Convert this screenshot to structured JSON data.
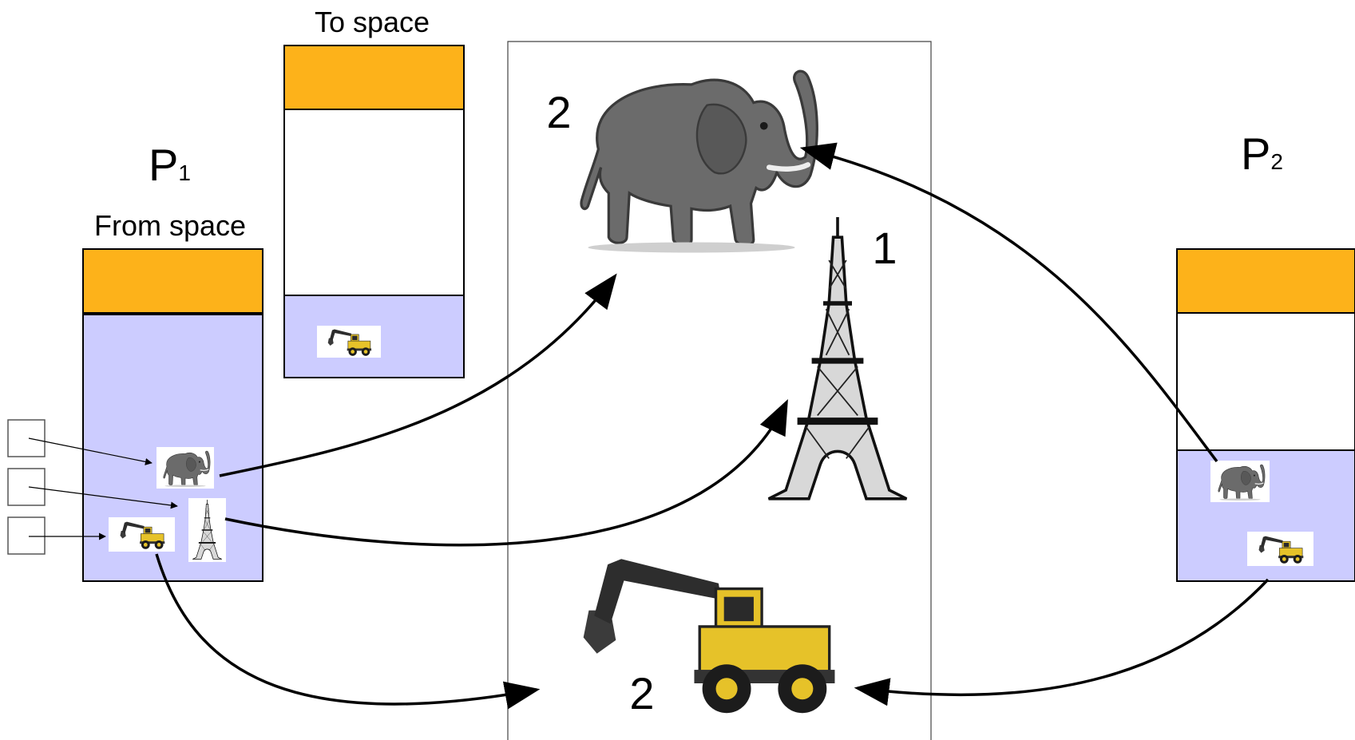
{
  "labels": {
    "to_space": "To space",
    "from_space": "From space",
    "p1_letter": "P",
    "p1_sub": "1",
    "p2_letter": "P",
    "p2_sub": "2"
  },
  "shared_heap": {
    "elephant_count": "2",
    "tower_count": "1",
    "excavator_count": "2"
  },
  "colors": {
    "header": "#FDB21A",
    "allocated": "#CCCCFF",
    "arrow": "#000000"
  },
  "icons": {
    "elephant": "elephant-icon",
    "tower": "eiffel-tower-icon",
    "excavator": "excavator-icon"
  }
}
